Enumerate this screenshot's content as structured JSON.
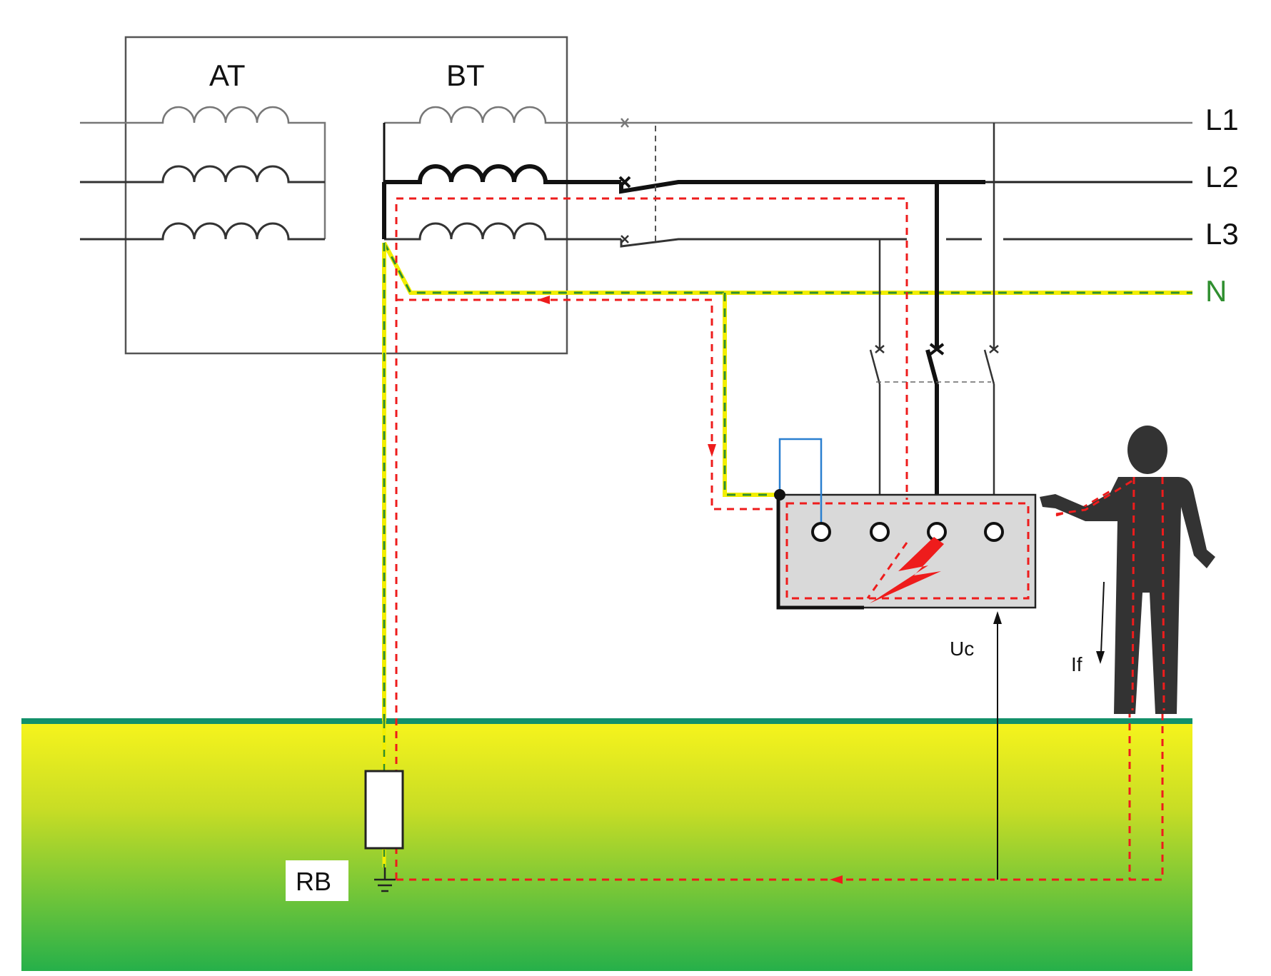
{
  "labels": {
    "high_voltage": "AT",
    "low_voltage": "BT",
    "phase1": "L1",
    "phase2": "L2",
    "phase3": "L3",
    "neutral": "N",
    "contact_voltage": "Uc",
    "fault_current": "If",
    "earth_resistance": "RB"
  },
  "colors": {
    "wire": "#777777",
    "wire_dark": "#222222",
    "fault_path": "#ee1c1c",
    "neutral_green": "#2f8f2f",
    "neutral_yellow": "#f2ee00",
    "ground_top": "#f5f21a",
    "ground_bottom": "#27b24a",
    "ground_edge": "#0f8f5a",
    "enclosure": "#d9d9d9",
    "person": "#333333",
    "bonding": "#2a7fd0"
  }
}
